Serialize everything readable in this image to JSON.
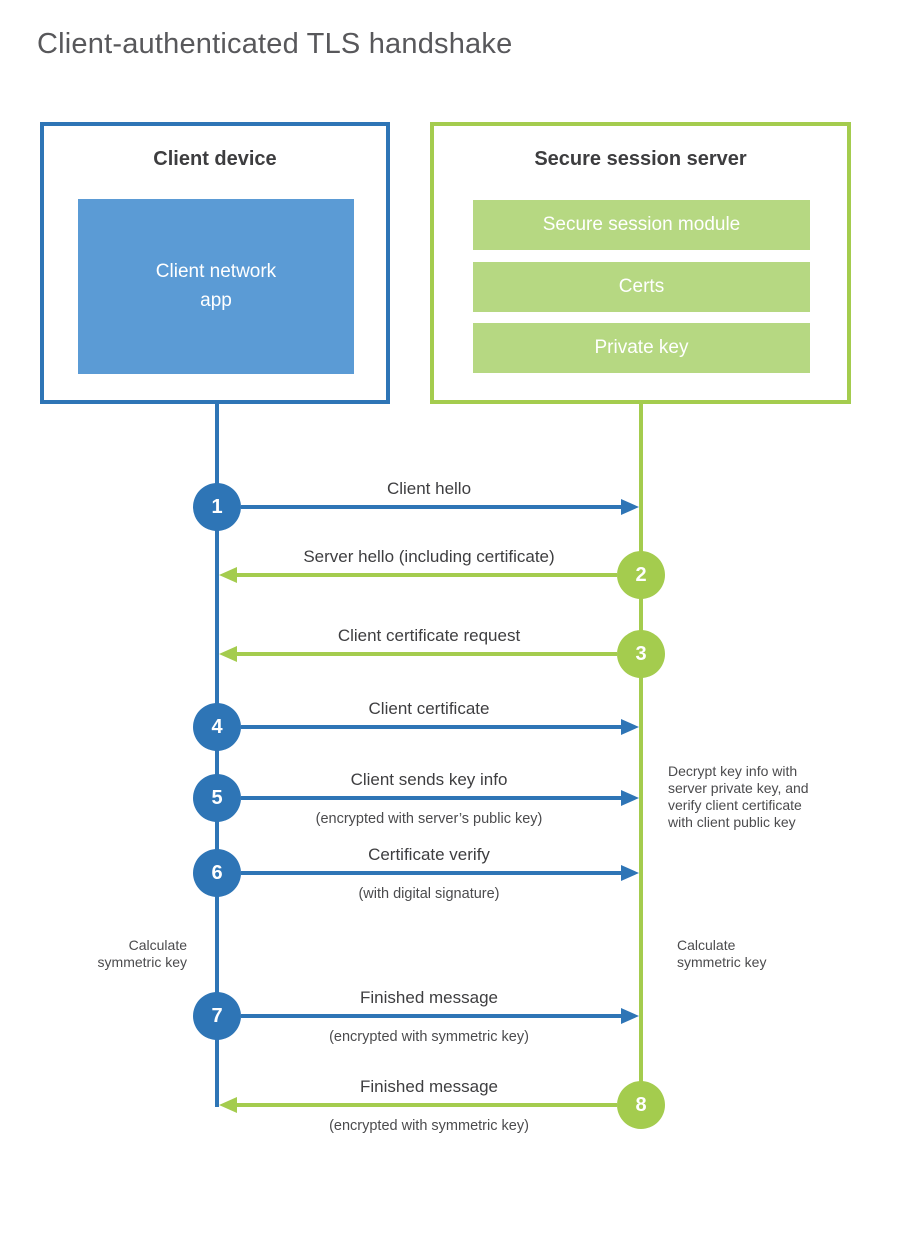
{
  "title": "Client-authenticated TLS handshake",
  "colors": {
    "blue": "#2e75b6",
    "blue_light": "#5b9bd5",
    "green": "#a4cc4e",
    "green_light": "#b6d882"
  },
  "client": {
    "title": "Client device",
    "app_label": "Client network\napp"
  },
  "server": {
    "title": "Secure session server",
    "modules": [
      "Secure session module",
      "Certs",
      "Private key"
    ]
  },
  "steps": [
    {
      "number": "1",
      "direction": "client-to-server",
      "label": "Client hello",
      "sub": ""
    },
    {
      "number": "2",
      "direction": "server-to-client",
      "label": "Server hello (including certificate)",
      "sub": ""
    },
    {
      "number": "3",
      "direction": "server-to-client",
      "label": "Client certificate request",
      "sub": ""
    },
    {
      "number": "4",
      "direction": "client-to-server",
      "label": "Client certificate",
      "sub": ""
    },
    {
      "number": "5",
      "direction": "client-to-server",
      "label": "Client sends key info",
      "sub": "(encrypted with server’s public key)"
    },
    {
      "number": "6",
      "direction": "client-to-server",
      "label": "Certificate verify",
      "sub": "(with digital signature)"
    },
    {
      "number": "7",
      "direction": "client-to-server",
      "label": "Finished message",
      "sub": "(encrypted with symmetric key)"
    },
    {
      "number": "8",
      "direction": "server-to-client",
      "label": "Finished message",
      "sub": "(encrypted with symmetric key)"
    }
  ],
  "annotations": {
    "decrypt_note": "Decrypt key info with server private key, and verify client certificate with client public key",
    "calc_left": "Calculate symmetric key",
    "calc_right": "Calculate symmetric key"
  }
}
